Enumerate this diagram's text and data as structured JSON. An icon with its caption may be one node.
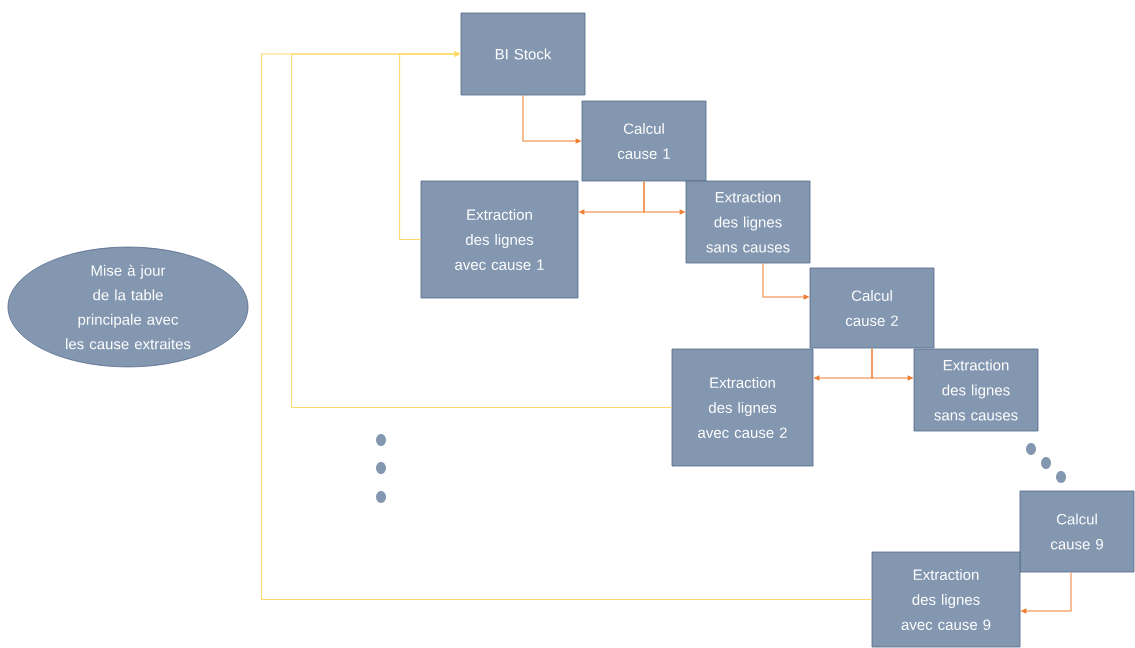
{
  "diagram": {
    "nodes": [
      {
        "text": [
          "BI Stock"
        ]
      },
      {
        "text": [
          "Calcul cause 1"
        ]
      },
      {
        "text": [
          "Extraction des lignes avec cause 1"
        ]
      },
      {
        "text": [
          "Extraction des lignes sans causes"
        ]
      },
      {
        "text": [
          "Calcul cause 2"
        ]
      },
      {
        "text": [
          "Extraction des lignes avec cause 2"
        ]
      },
      {
        "text": [
          "Extraction des lignes sans causes"
        ]
      },
      {
        "text": [
          "Calcul cause 9"
        ]
      },
      {
        "text": [
          "Extraction des lignes avec cause 9"
        ]
      },
      {
        "text": [
          "Mise à jour de la table principale avec les cause extraites"
        ]
      }
    ],
    "edges": [
      {
        "from": 0,
        "to": 1,
        "arrow": "to",
        "color": "#ed7d31"
      },
      {
        "from": 1,
        "to": 2,
        "arrow": "to",
        "color": "#ed7d31"
      },
      {
        "from": 1,
        "to": 3,
        "arrow": "to",
        "color": "#ed7d31"
      },
      {
        "from": 3,
        "to": 4,
        "arrow": "to",
        "color": "#ed7d31"
      },
      {
        "from": 4,
        "to": 5,
        "arrow": "to",
        "color": "#ed7d31"
      },
      {
        "from": 4,
        "to": 6,
        "arrow": "to",
        "color": "#ed7d31"
      },
      {
        "from": 7,
        "to": 8,
        "arrow": "to",
        "color": "#ed7d31"
      },
      {
        "from": 2,
        "to": 0,
        "arrow": "to",
        "color": "#ffd966"
      },
      {
        "from": 5,
        "to": 0,
        "arrow": "to",
        "color": "#ffd966"
      },
      {
        "from": 8,
        "to": 0,
        "arrow": "to",
        "color": "#ffd966"
      }
    ]
  }
}
